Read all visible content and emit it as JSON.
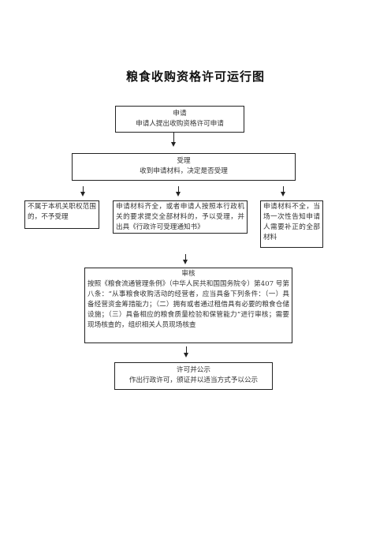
{
  "title": "粮食收购资格许可运行图",
  "nodes": {
    "apply": {
      "head": "申请",
      "body": "申请人提出收购资格许可申请"
    },
    "accept": {
      "head": "受理",
      "body": "收到申请材料，决定是否受理"
    },
    "reject": {
      "body": "不属于本机关职权范围的，不予受理"
    },
    "complete": {
      "body": "申请材料齐全，或者申请人按照本行政机关的要求提交全部材料的，予以受理，并出具《行政许可受理通知书》"
    },
    "incomplete": {
      "body": "申请材料不全，当场一次性告知申请人需要补正的全部材料"
    },
    "review": {
      "head": "审核",
      "body": "按照《粮食流通管理条例》（中华人民共和国国务院令）第407 号第八条：“从事粮食收购活动的经营者，应当具备下列条件：（一）具备经营资金筹措能力；（二）拥有或者通过租借具有必要的粮食仓储设施；（三）具备相应的粮食质量检验和保管能力”进行审核；需要现场核查的，组织相关人员现场核查"
    },
    "license": {
      "head": "许可并公示",
      "body": "作出行政许可，颁证并以适当方式予以公示"
    }
  }
}
